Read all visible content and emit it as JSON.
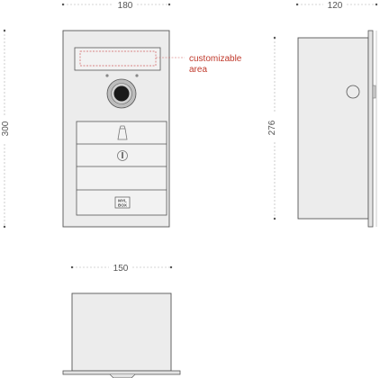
{
  "dimensions": {
    "front_width": "180",
    "side_depth": "120",
    "front_height": "300",
    "side_height": "276",
    "top_width": "150"
  },
  "annotation": {
    "line1": "customizable",
    "line2": "area"
  },
  "logo": {
    "line1": "MYL",
    "line2": "BOX"
  },
  "colors": {
    "panel": "#ececec",
    "annotation": "#c0392b",
    "dimension": "#555555"
  }
}
